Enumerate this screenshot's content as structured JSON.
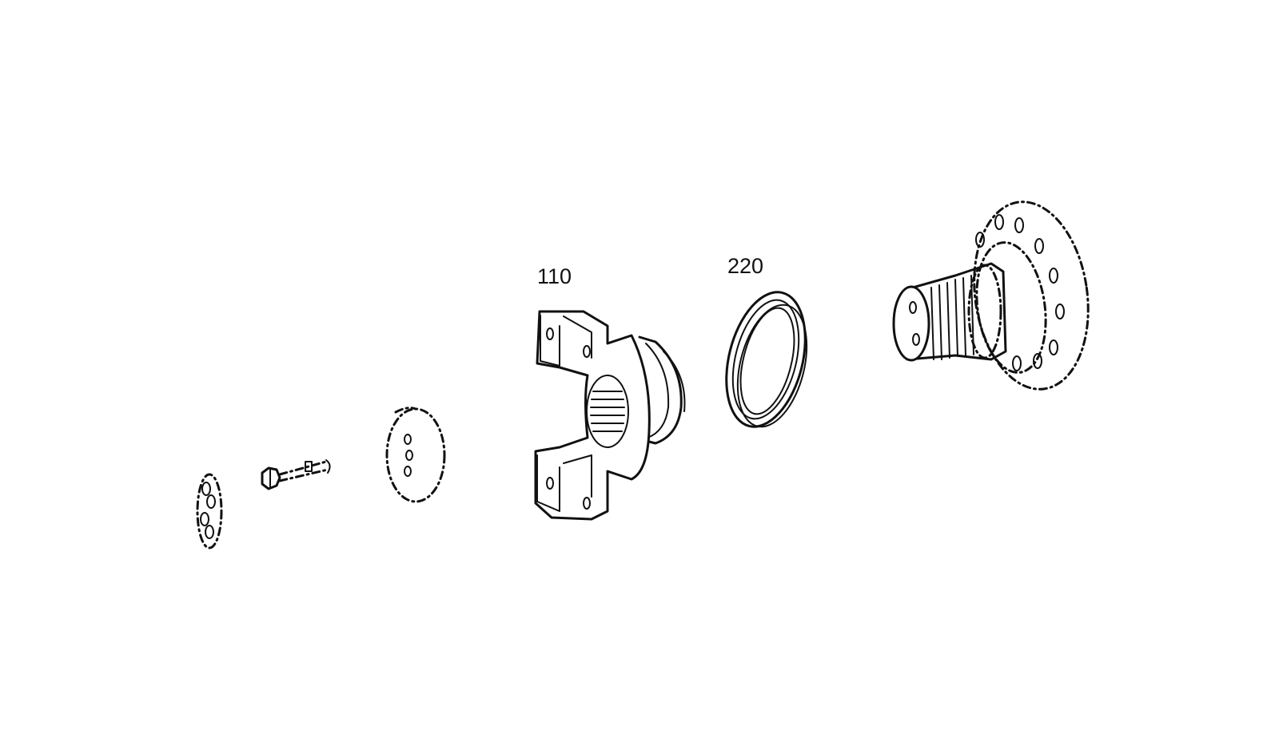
{
  "callouts": [
    {
      "id": "110",
      "label": "110"
    },
    {
      "id": "220",
      "label": "220"
    }
  ],
  "parts": [
    {
      "name": "retaining-plate",
      "callout": ""
    },
    {
      "name": "hex-bolt",
      "callout": ""
    },
    {
      "name": "cover-disc",
      "callout": ""
    },
    {
      "name": "yoke-flange",
      "callout": "110"
    },
    {
      "name": "shaft-seal-ring",
      "callout": "220"
    },
    {
      "name": "output-shaft-hub",
      "callout": ""
    }
  ],
  "colors": {
    "line": "#111111",
    "background": "#ffffff"
  }
}
